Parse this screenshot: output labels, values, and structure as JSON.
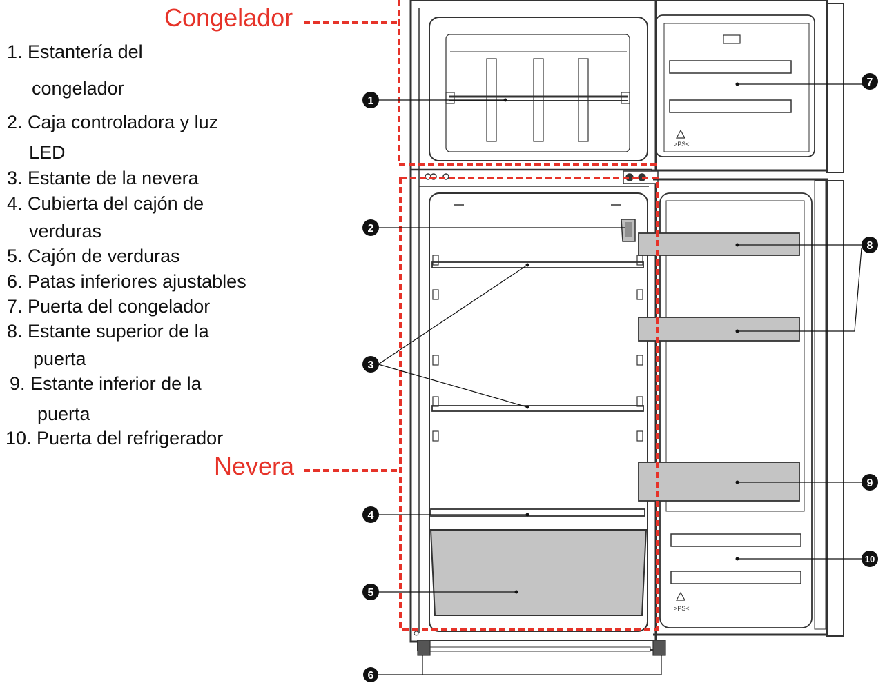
{
  "sections": {
    "freezer": "Congelador",
    "fridge": "Nevera"
  },
  "legend": [
    {
      "number": "1",
      "lines": [
        "1. Estantería del",
        "congelador"
      ]
    },
    {
      "number": "2",
      "lines": [
        "2. Caja controladora y luz",
        "LED"
      ]
    },
    {
      "number": "3",
      "lines": [
        "3. Estante de la nevera"
      ]
    },
    {
      "number": "4",
      "lines": [
        "4. Cubierta del cajón de",
        "verduras"
      ]
    },
    {
      "number": "5",
      "lines": [
        "5. Cajón de verduras"
      ]
    },
    {
      "number": "6",
      "lines": [
        "6. Patas inferiores ajustables"
      ]
    },
    {
      "number": "7",
      "lines": [
        "7. Puerta del congelador"
      ]
    },
    {
      "number": "8",
      "lines": [
        "8. Estante superior de la",
        "puerta"
      ]
    },
    {
      "number": "9",
      "lines": [
        "9. Estante inferior de la",
        "puerta"
      ]
    },
    {
      "number": "10",
      "lines": [
        "10. Puerta del refrigerador"
      ]
    }
  ],
  "markers": [
    "1",
    "2",
    "3",
    "4",
    "5",
    "6",
    "7",
    "8",
    "9",
    "10"
  ],
  "door_symbols": {
    "material_code": ">PS<"
  },
  "colors": {
    "accent_red": "#e63329",
    "outline": "#333333",
    "marker_fill": "#111111",
    "drawer_gray": "#c4c4c4"
  }
}
